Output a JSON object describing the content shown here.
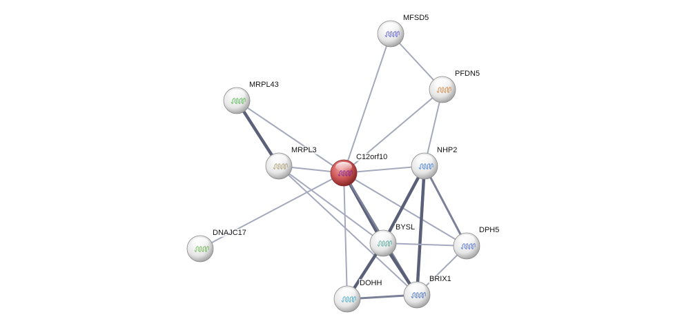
{
  "network": {
    "nodes": [
      {
        "id": "MFSD5",
        "label": "MFSD5",
        "query": false,
        "color": "#4a4ad0"
      },
      {
        "id": "PFDN5",
        "label": "PFDN5",
        "query": false,
        "color": "#d07a30"
      },
      {
        "id": "MRPL43",
        "label": "MRPL43",
        "query": false,
        "color": "#40b040"
      },
      {
        "id": "MRPL3",
        "label": "MRPL3",
        "query": false,
        "color": "#a09060"
      },
      {
        "id": "C12orf10",
        "label": "C12orf10",
        "query": true,
        "color": "#7020a0"
      },
      {
        "id": "NHP2",
        "label": "NHP2",
        "query": false,
        "color": "#3070d0"
      },
      {
        "id": "DNAJC17",
        "label": "DNAJC17",
        "query": false,
        "color": "#60b040"
      },
      {
        "id": "BYSL",
        "label": "BYSL",
        "query": false,
        "color": "#40a090"
      },
      {
        "id": "DPH5",
        "label": "DPH5",
        "query": false,
        "color": "#4060d0"
      },
      {
        "id": "DOHH",
        "label": "DOHH",
        "query": false,
        "color": "#30a0c0"
      },
      {
        "id": "BRIX1",
        "label": "BRIX1",
        "query": false,
        "color": "#3060c0"
      }
    ],
    "edges": [
      {
        "a": "MFSD5",
        "b": "PFDN5",
        "weight": 1
      },
      {
        "a": "MFSD5",
        "b": "C12orf10",
        "weight": 1
      },
      {
        "a": "PFDN5",
        "b": "C12orf10",
        "weight": 1
      },
      {
        "a": "PFDN5",
        "b": "NHP2",
        "weight": 1
      },
      {
        "a": "MRPL43",
        "b": "MRPL3",
        "weight": 3
      },
      {
        "a": "MRPL43",
        "b": "C12orf10",
        "weight": 1
      },
      {
        "a": "MRPL3",
        "b": "C12orf10",
        "weight": 1
      },
      {
        "a": "MRPL3",
        "b": "BYSL",
        "weight": 1
      },
      {
        "a": "MRPL3",
        "b": "BRIX1",
        "weight": 1
      },
      {
        "a": "C12orf10",
        "b": "NHP2",
        "weight": 1
      },
      {
        "a": "C12orf10",
        "b": "DNAJC17",
        "weight": 1
      },
      {
        "a": "C12orf10",
        "b": "BYSL",
        "weight": 3
      },
      {
        "a": "C12orf10",
        "b": "DOHH",
        "weight": 1
      },
      {
        "a": "C12orf10",
        "b": "DPH5",
        "weight": 1
      },
      {
        "a": "C12orf10",
        "b": "BRIX1",
        "weight": 2
      },
      {
        "a": "NHP2",
        "b": "BYSL",
        "weight": 3
      },
      {
        "a": "NHP2",
        "b": "BRIX1",
        "weight": 3
      },
      {
        "a": "NHP2",
        "b": "DPH5",
        "weight": 2
      },
      {
        "a": "BYSL",
        "b": "DPH5",
        "weight": 1
      },
      {
        "a": "BYSL",
        "b": "DOHH",
        "weight": 3
      },
      {
        "a": "BYSL",
        "b": "BRIX1",
        "weight": 3
      },
      {
        "a": "DOHH",
        "b": "BRIX1",
        "weight": 2
      },
      {
        "a": "DPH5",
        "b": "BRIX1",
        "weight": 1
      }
    ]
  }
}
